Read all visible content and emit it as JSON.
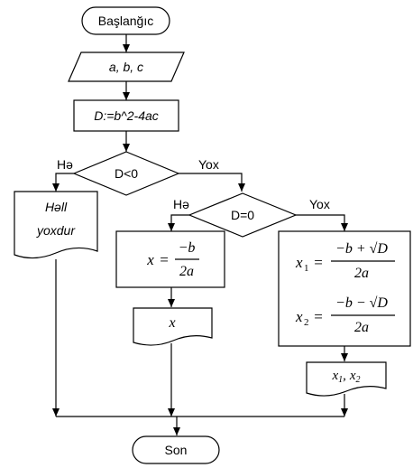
{
  "start": {
    "label": "Başlanğıc"
  },
  "input": {
    "label": "a, b, c"
  },
  "process": {
    "label": "D:=b^2-4ac"
  },
  "decision1": {
    "condition": "D<0",
    "yes_label": "Hə",
    "no_label": "Yox"
  },
  "decision2": {
    "condition": "D=0",
    "yes_label": "Hə",
    "no_label": "Yox"
  },
  "no_solution": {
    "line1": "Həll",
    "line2": "yoxdur"
  },
  "single_root": {
    "var": "x",
    "eq": "=",
    "numerator": "−b",
    "denominator": "2a"
  },
  "two_roots": {
    "x1_var": "x",
    "x1_sub": "1",
    "x1_numerator": "−b + √D",
    "x2_var": "x",
    "x2_sub": "2",
    "x2_numerator": "−b − √D",
    "eq": "=",
    "denominator": "2a"
  },
  "output1": {
    "label": "x"
  },
  "output2": {
    "var1": "x",
    "sub1": "1",
    "sep": ",",
    "var2": "x",
    "sub2": "2"
  },
  "end": {
    "label": "Son"
  }
}
